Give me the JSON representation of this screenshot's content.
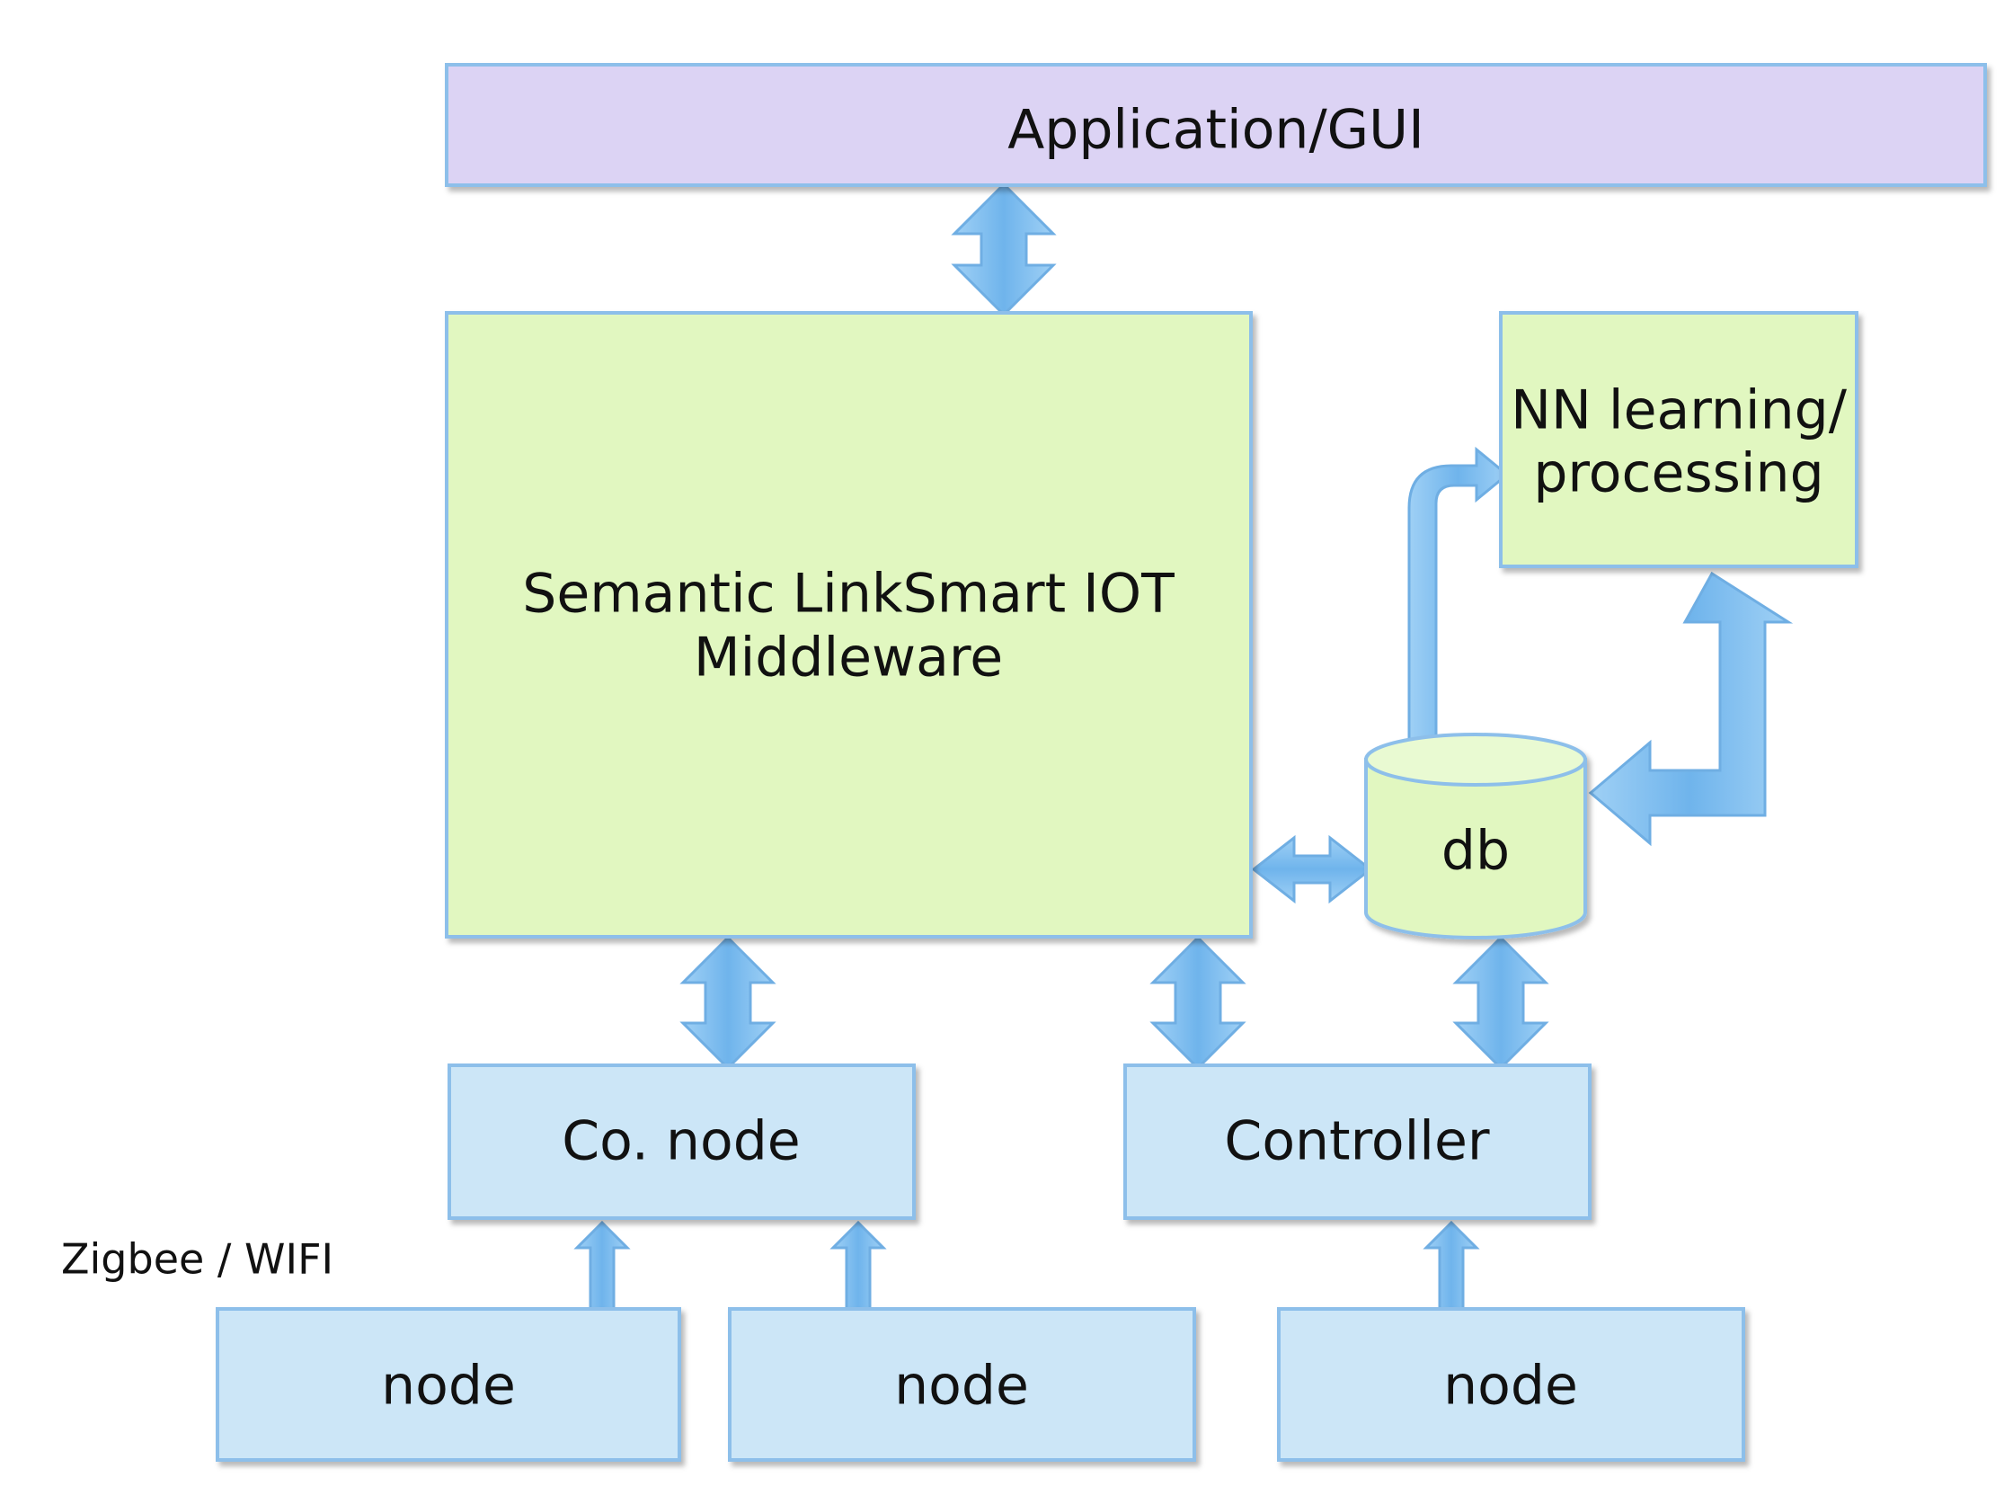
{
  "blocks": {
    "application_gui": "Application/GUI",
    "middleware_line1": "Semantic LinkSmart IOT",
    "middleware_line2": "Middleware",
    "nn_line1": "NN learning/",
    "nn_line2": "processing",
    "db": "db",
    "co_node": "Co. node",
    "controller": "Controller",
    "node_1": "node",
    "node_2": "node",
    "node_3": "node"
  },
  "labels": {
    "link_type": "Zigbee / WIFI"
  },
  "colors": {
    "application_fill": "#DCD3F4",
    "green_fill": "#E1F7C0",
    "blue_fill": "#CCE6F7",
    "border": "#8DBFEA",
    "arrow_fill": "#84C1F0"
  }
}
